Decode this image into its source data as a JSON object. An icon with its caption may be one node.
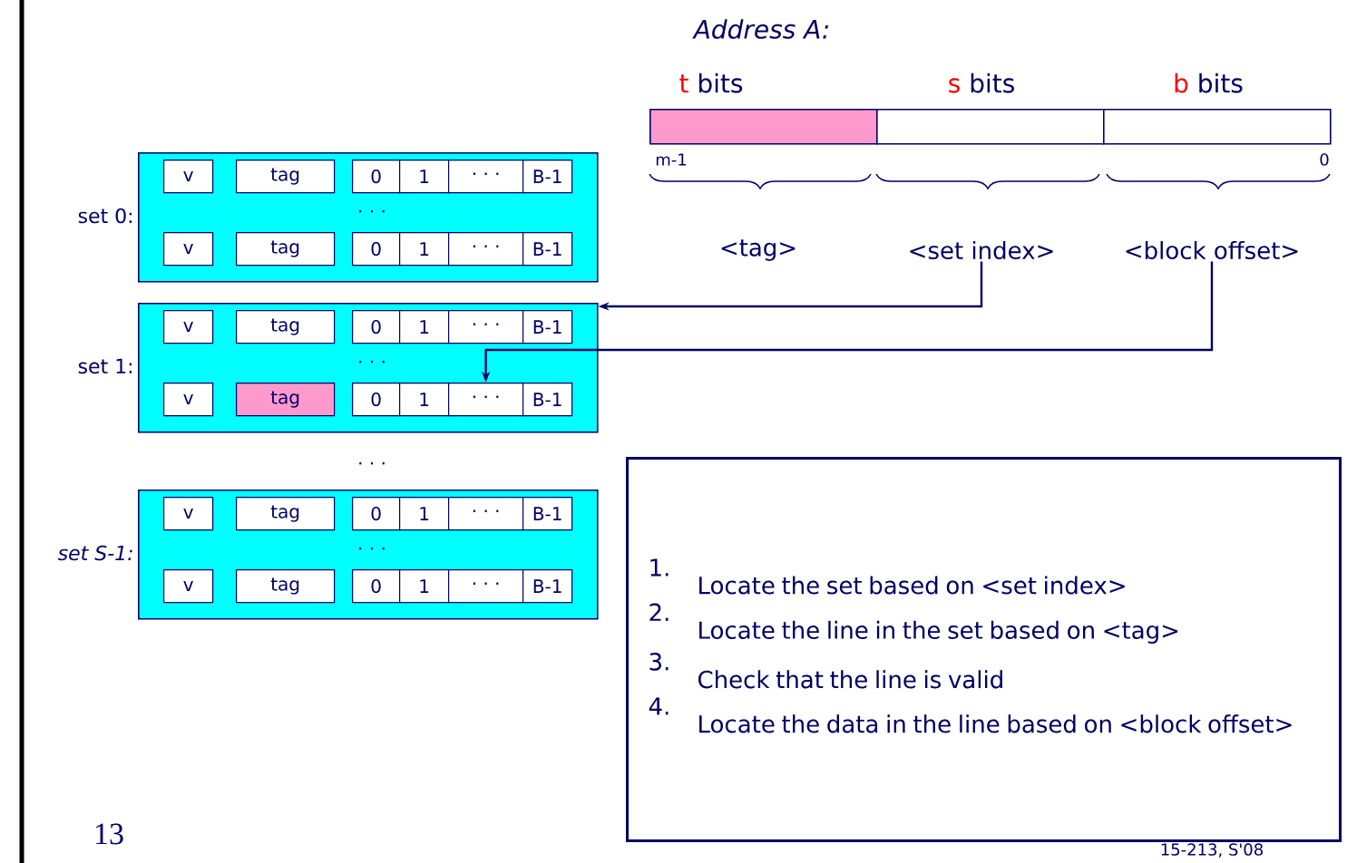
{
  "diagram": {
    "title": "Address A:",
    "nodes": [
      {
        "text": [
          "t",
          "bits"
        ]
      },
      {
        "text": [
          "s",
          "bits"
        ]
      },
      {
        "text": [
          "b",
          "bits"
        ]
      },
      {
        "text": [
          "<set index>"
        ]
      },
      {
        "text": [
          "<block offset>"
        ]
      },
      {
        "text": [
          "set 0:"
        ]
      },
      {
        "text": [
          "v"
        ],
        "in": 5
      },
      {
        "text": [
          "tag"
        ],
        "in": 5
      },
      {
        "text": [
          "0"
        ],
        "in": 5
      },
      {
        "text": [
          "1"
        ],
        "in": 5
      },
      {
        "text": [
          "· · ·"
        ],
        "in": 5
      },
      {
        "text": [
          "B-1"
        ],
        "in": 5
      },
      {
        "text": [
          "v"
        ],
        "in": 5
      },
      {
        "text": [
          "tag"
        ],
        "in": 5
      },
      {
        "text": [
          "0"
        ],
        "in": 5
      },
      {
        "text": [
          "1"
        ],
        "in": 5
      },
      {
        "text": [
          "· · ·"
        ],
        "in": 5
      },
      {
        "text": [
          "B-1"
        ],
        "in": 5
      },
      {
        "text": [
          "set 1:"
        ]
      },
      {
        "text": [
          "v"
        ],
        "in": 18
      },
      {
        "text": [
          "tag"
        ],
        "in": 18
      },
      {
        "text": [
          "0"
        ],
        "in": 18
      },
      {
        "text": [
          "1"
        ],
        "in": 18
      },
      {
        "text": [
          "· · ·"
        ],
        "in": 18
      },
      {
        "text": [
          "B-1"
        ],
        "in": 18
      },
      {
        "text": [
          "v"
        ],
        "in": 18
      },
      {
        "text": [
          "tag"
        ],
        "in": 18
      },
      {
        "text": [
          "0"
        ],
        "in": 18
      },
      {
        "text": [
          "1"
        ],
        "in": 18
      },
      {
        "text": [
          "· · ·"
        ],
        "in": 18
      },
      {
        "text": [
          "B-1"
        ],
        "in": 18
      },
      {
        "text": [
          "set S-1:"
        ]
      },
      {
        "text": [
          "v"
        ],
        "in": 31
      },
      {
        "text": [
          "tag"
        ],
        "in": 31
      },
      {
        "text": [
          "0"
        ],
        "in": 31
      },
      {
        "text": [
          "1"
        ],
        "in": 31
      },
      {
        "text": [
          "· · ·"
        ],
        "in": 31
      },
      {
        "text": [
          "B-1"
        ],
        "in": 31
      },
      {
        "text": [
          "v"
        ],
        "in": 31
      },
      {
        "text": [
          "tag"
        ],
        "in": 31
      },
      {
        "text": [
          "0"
        ],
        "in": 31
      },
      {
        "text": [
          "1"
        ],
        "in": 31
      },
      {
        "text": [
          "· · ·"
        ],
        "in": 31
      },
      {
        "text": [
          "B-1"
        ],
        "in": 31
      },
      {
        "text": [
          "1.",
          "Locate the set based on <set index>",
          "2.",
          "Locate the line in the set based on <tag>",
          "3.",
          "Check that the line is valid",
          "4.",
          "Locate the data in the line based on <block offset>"
        ]
      }
    ],
    "edges": [
      {
        "from": 3,
        "to": 18,
        "arrow": "to"
      },
      {
        "from": 4,
        "to": 29,
        "arrow": "to"
      }
    ],
    "labels": [
      "m-1",
      "0",
      "<tag>",
      "· · ·",
      "· · ·",
      "· · ·",
      "· · ·",
      "13",
      "15-213, S'08"
    ]
  }
}
